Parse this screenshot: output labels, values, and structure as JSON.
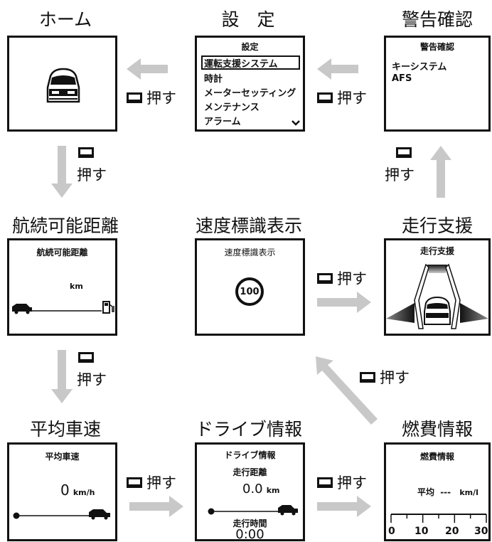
{
  "colors": {
    "arrow": "#c8c8c8",
    "frame": "#111111"
  },
  "screens": {
    "home": {
      "title": "ホーム"
    },
    "settings": {
      "title": "設　定",
      "header": "設定",
      "items": [
        "運転支援システム",
        "時計",
        "メーターセッティング",
        "メンテナンス",
        "アラーム"
      ],
      "selected_index": 0
    },
    "warning": {
      "title": "警告確認",
      "header": "警告確認",
      "items": [
        "キーシステム",
        "AFS"
      ]
    },
    "range": {
      "title": "航続可能距離",
      "header": "航続可能距離",
      "unit": "km"
    },
    "sign": {
      "title": "速度標識表示",
      "header": "速度標識表示",
      "sign_value": "100"
    },
    "assist": {
      "title": "走行支援",
      "header": "走行支援"
    },
    "avgspeed": {
      "title": "平均車速",
      "header": "平均車速",
      "value": "0",
      "unit": "km/h"
    },
    "drive": {
      "title": "ドライブ情報",
      "header": "ドライブ情報",
      "dist_label": "走行距離",
      "dist_value": "0.0",
      "dist_unit": "km",
      "time_label": "走行時間",
      "time_value": "0:00"
    },
    "fuel": {
      "title": "燃費情報",
      "header": "燃費情報",
      "avg_label": "平均",
      "avg_value": "---",
      "unit": "km/l",
      "scale_ticks": [
        "0",
        "10",
        "20",
        "30"
      ]
    }
  },
  "push_label": "押す",
  "icons": [
    "button-icon",
    "arrow-icon",
    "car-icon",
    "fuel-pump-icon",
    "chevron-down-icon"
  ]
}
